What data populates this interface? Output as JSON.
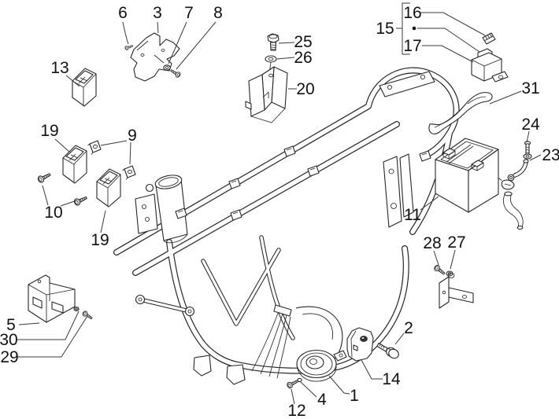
{
  "figure": {
    "kind": "exploded-parts-diagram",
    "subject": "scooter-frame-electrical-devices",
    "background_color": "#ffffff",
    "line_color": "#262626",
    "text_color": "#111111"
  },
  "callouts": {
    "n1": {
      "label": "1",
      "part": "horn"
    },
    "n2": {
      "label": "2",
      "part": "hex-bolt"
    },
    "n3": {
      "label": "3",
      "part": "mounting-plate"
    },
    "n4": {
      "label": "4",
      "part": "washer"
    },
    "n5": {
      "label": "5",
      "part": "sheet-bracket"
    },
    "n6": {
      "label": "6",
      "part": "small-screw"
    },
    "n7": {
      "label": "7",
      "part": "nut"
    },
    "n8": {
      "label": "8",
      "part": "screw"
    },
    "n9": {
      "label": "9",
      "part": "cable-clip"
    },
    "n10": {
      "label": "10",
      "part": "self-tapping-screw"
    },
    "n11": {
      "label": "11",
      "part": "battery"
    },
    "n12": {
      "label": "12",
      "part": "screw"
    },
    "n13": {
      "label": "13",
      "part": "rubber-spacer-block"
    },
    "n14": {
      "label": "14",
      "part": "horn-support-bracket"
    },
    "n15": {
      "label": "15",
      "part": "fuse-relay-assembly"
    },
    "n16": {
      "label": "16",
      "part": "blade-fuse"
    },
    "n17": {
      "label": "17",
      "part": "relay"
    },
    "n19a": {
      "label": "19",
      "part": "rubber-spacer-block"
    },
    "n19b": {
      "label": "19",
      "part": "rubber-spacer-block"
    },
    "n20": {
      "label": "20",
      "part": "u-bracket"
    },
    "n23": {
      "label": "23",
      "part": "breather-elbow-pipe"
    },
    "n24": {
      "label": "24",
      "part": "flanged-screw"
    },
    "n25": {
      "label": "25",
      "part": "hex-flange-bolt"
    },
    "n26": {
      "label": "26",
      "part": "washer"
    },
    "n27": {
      "label": "27",
      "part": "washer"
    },
    "n28": {
      "label": "28",
      "part": "screw"
    },
    "n29": {
      "label": "29",
      "part": "screw"
    },
    "n30": {
      "label": "30",
      "part": "washer-screw"
    },
    "n31": {
      "label": "31",
      "part": "battery-strap"
    }
  }
}
